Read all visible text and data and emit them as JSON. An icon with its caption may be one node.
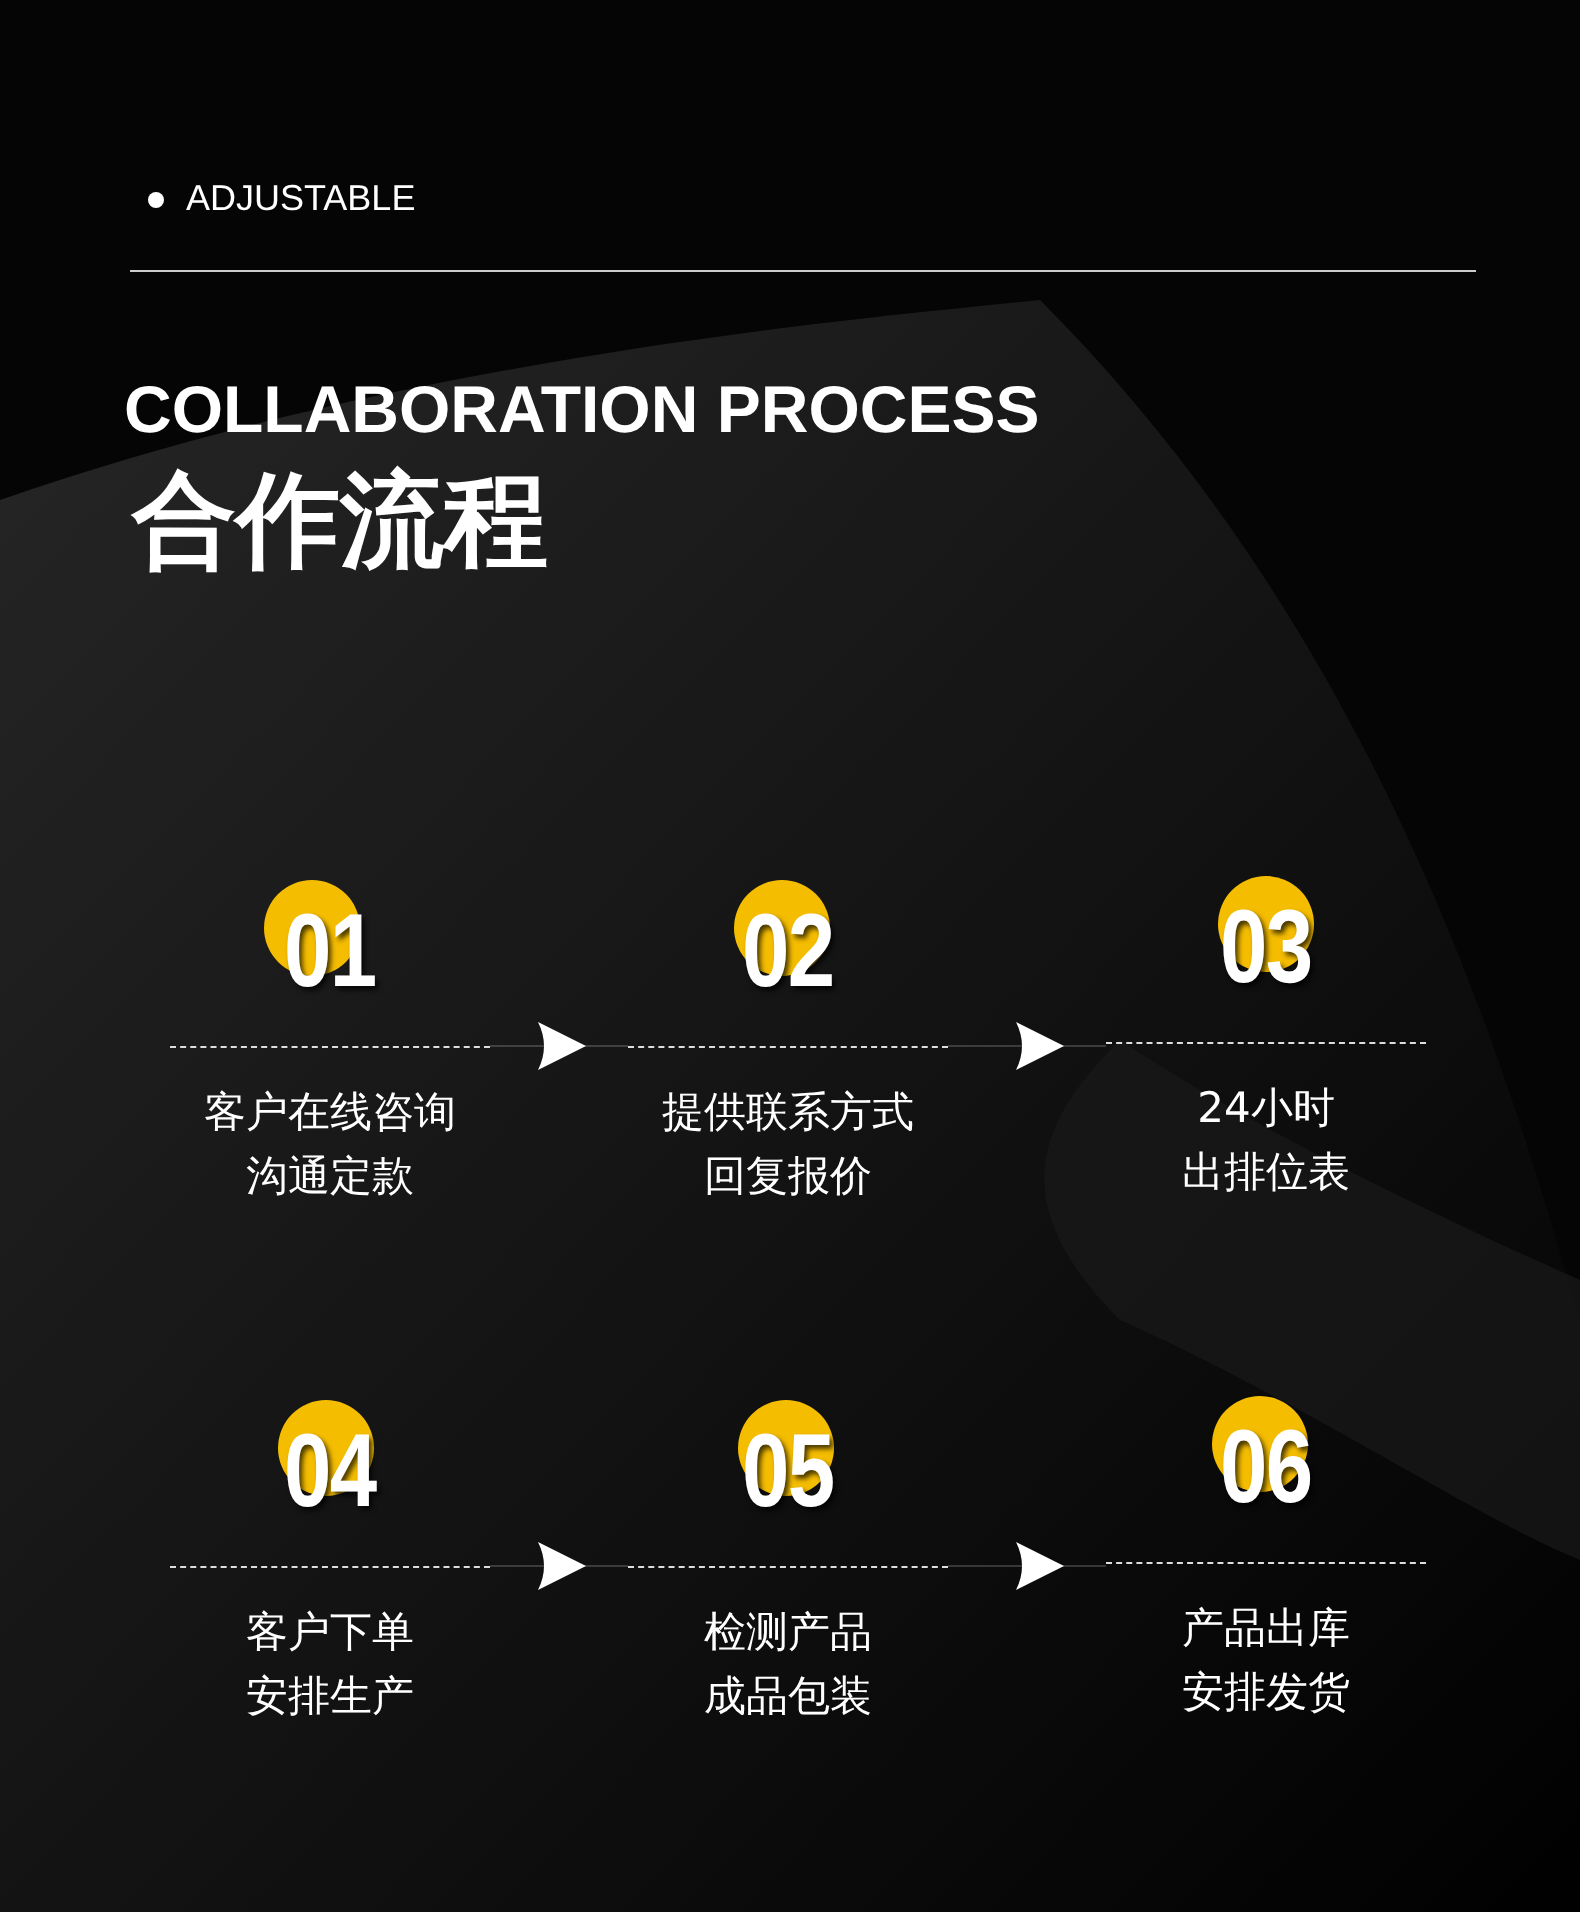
{
  "diagram": {
    "title": "COLLABORATION PROCESS",
    "nodes": [
      {
        "text": [
          "01",
          "客户在线咨询沟通定款"
        ]
      },
      {
        "text": [
          "02",
          "提供联系方式回复报价"
        ]
      },
      {
        "text": [
          "03",
          "24小时出排位表"
        ]
      },
      {
        "text": [
          "04",
          "客户下单安排生产"
        ]
      },
      {
        "text": [
          "05",
          "检测产品成品包装"
        ]
      },
      {
        "text": [
          "06",
          "产品出库安排发货"
        ]
      }
    ],
    "edges": [
      {
        "from": 0,
        "to": 1,
        "arrow": "to"
      },
      {
        "from": 1,
        "to": 2,
        "arrow": "to"
      },
      {
        "from": 3,
        "to": 4,
        "arrow": "to"
      },
      {
        "from": 4,
        "to": 5,
        "arrow": "to"
      }
    ],
    "labels": [
      "ADJUSTABLE",
      "合作流程"
    ]
  }
}
